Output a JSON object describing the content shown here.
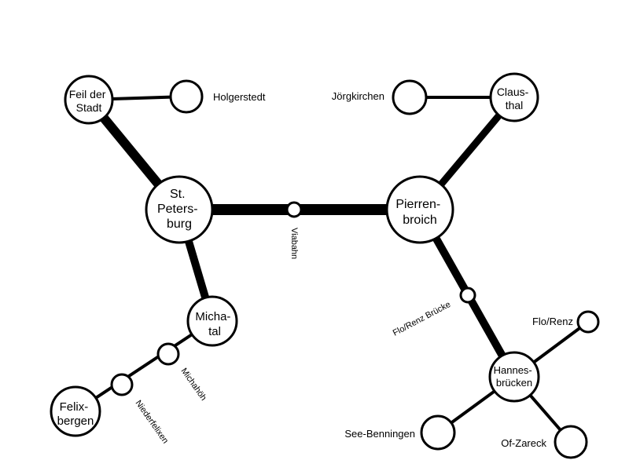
{
  "colors": {
    "line": "#000000",
    "node_fill": "#ffffff",
    "background": "#ffffff"
  },
  "stations": {
    "feil": [
      "Feil der",
      "Stadt"
    ],
    "holgerstedt": "Holgerstedt",
    "joergkirchen": "Jörgkirchen",
    "claus": [
      "Claus-",
      "thal"
    ],
    "stpetersburg": [
      "St.",
      "Peters-",
      "burg"
    ],
    "viabahn": "Viabahn",
    "pierrenbroich": [
      "Pierren-",
      "broich"
    ],
    "michatal": [
      "Micha-",
      "tal"
    ],
    "michahoeh": "Michahöh",
    "niederfelixen": "Niederfelixen",
    "felixbergen": [
      "Felix-",
      "bergen"
    ],
    "florenzbruecke": "Flo/Renz Brücke",
    "florenz": "Flo/Renz",
    "hannesbruecken": [
      "Hannes-",
      "brücken"
    ],
    "seebenningen": "See-Benningen",
    "ofzareck": "Of-Zareck"
  }
}
